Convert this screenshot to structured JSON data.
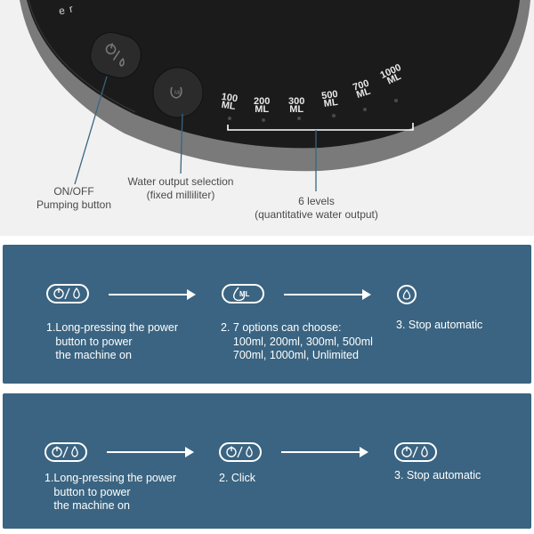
{
  "photo": {
    "brand_fragment": "e r",
    "levels": [
      {
        "value": "100",
        "unit": "ML"
      },
      {
        "value": "200",
        "unit": "ML"
      },
      {
        "value": "300",
        "unit": "ML"
      },
      {
        "value": "500",
        "unit": "ML"
      },
      {
        "value": "700",
        "unit": "ML"
      },
      {
        "value": "1000",
        "unit": "ML"
      }
    ],
    "callouts": {
      "onoff_line1": "ON/OFF",
      "onoff_line2": "Pumping button",
      "water_line1": "Water output selection",
      "water_line2": "(fixed milliliter)",
      "levels_line1": "6 levels",
      "levels_line2": "(quantitative water output)"
    }
  },
  "panel1": {
    "icon_ml_text": "ML",
    "step1": "1.Long-pressing the power\n   button to power\n   the machine on",
    "step2": "2. 7 options can choose:\n    100ml, 200ml, 300ml, 500ml\n    700ml, 1000ml, Unlimited",
    "step3": "3. Stop automatic"
  },
  "panel2": {
    "step1": "1.Long-pressing the power\n   button to power\n   the machine on",
    "step2": "2. Click",
    "step3": "3. Stop automatic"
  },
  "colors": {
    "panel_bg": "#3a6481",
    "device_body": "#1b1b1b",
    "device_rim": "#7a7a7a",
    "background": "#f1f1f1"
  },
  "icons": [
    "power-icon",
    "water-drop-icon",
    "ml-drop-icon",
    "arrow-right-icon"
  ]
}
